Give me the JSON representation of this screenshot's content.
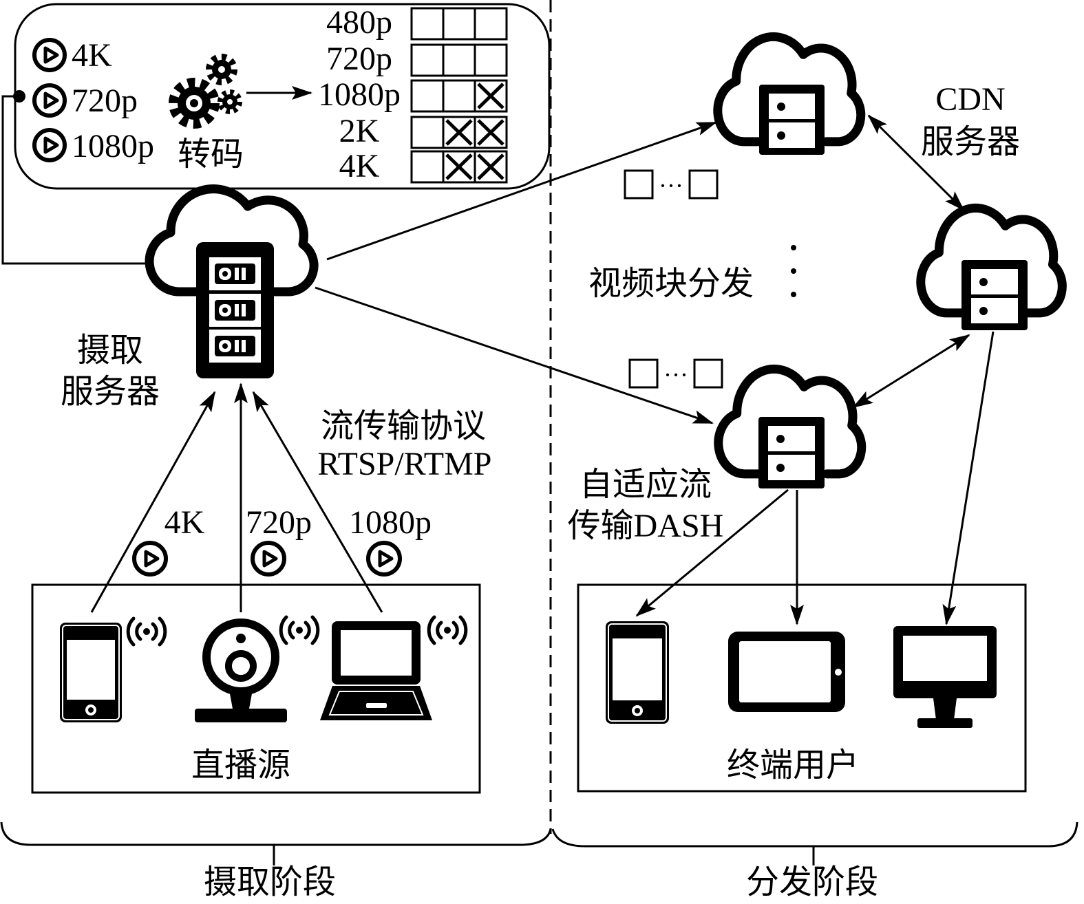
{
  "transcode_panel": {
    "inputs": [
      {
        "label": "4K"
      },
      {
        "label": "720p"
      },
      {
        "label": "1080p"
      }
    ],
    "transcode_label": "转码",
    "ladder": [
      {
        "label": "480p",
        "marks": [
          false,
          false,
          false
        ]
      },
      {
        "label": "720p",
        "marks": [
          false,
          false,
          false
        ]
      },
      {
        "label": "1080p",
        "marks": [
          false,
          false,
          true
        ]
      },
      {
        "label": "2K",
        "marks": [
          false,
          true,
          true
        ]
      },
      {
        "label": "4K",
        "marks": [
          false,
          true,
          true
        ]
      }
    ]
  },
  "ingest_server": {
    "line1": "摄取",
    "line2": "服务器"
  },
  "protocol": {
    "line1": "流传输协议",
    "line2": "RTSP/RTMP"
  },
  "upload_streams": [
    {
      "label": "4K"
    },
    {
      "label": "720p"
    },
    {
      "label": "1080p"
    }
  ],
  "source_box": {
    "label": "直播源"
  },
  "cdn": {
    "line1": "CDN",
    "line2": "服务器"
  },
  "chunk_distribution": {
    "label": "视频块分发",
    "ellipsis": "···"
  },
  "dash": {
    "line1": "自适应流",
    "line2": "传输DASH"
  },
  "end_users": {
    "label": "终端用户"
  },
  "stages": {
    "ingest": "摄取阶段",
    "distribution": "分发阶段"
  }
}
